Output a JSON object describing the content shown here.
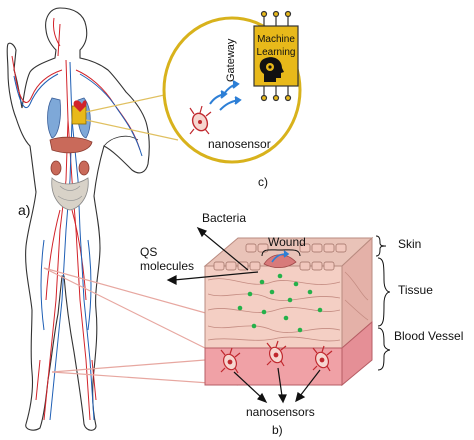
{
  "labels": {
    "panel_a": "a)",
    "panel_b": "b)",
    "panel_c": "c)",
    "gateway": "Gateway",
    "machine_learning_line1": "Machine",
    "machine_learning_line2": "Learning",
    "nanosensor": "nanosensor",
    "bacteria": "Bacteria",
    "wound": "Wound",
    "qs_line1": "QS",
    "qs_line2": "molecules",
    "skin": "Skin",
    "tissue": "Tissue",
    "blood_vessel": "Blood Vessel",
    "nanosensors": "nanosensors"
  },
  "icons": {
    "chip": "chip-icon",
    "head_gear": "head-gear-icon",
    "signal_arrows": "signal-arrows-icon",
    "nanosensor": "nanosensor-icon"
  },
  "colors": {
    "chip_fill": "#e8b91a",
    "ring_outline": "#d8b21c",
    "skin_top": "#e9c3b8",
    "tissue_fill": "#f4cfc4",
    "vessel_fill": "#f0a1a6",
    "bacteria_green": "#25b14a",
    "artery_red": "#d2232a",
    "vein_blue": "#1f5fb5",
    "signal_blue": "#2d7fd6"
  }
}
